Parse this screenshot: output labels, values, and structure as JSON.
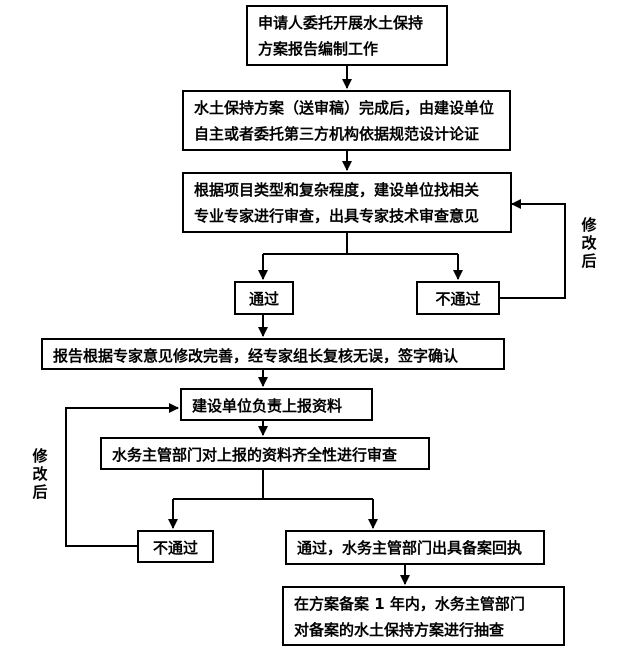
{
  "steps": {
    "s1": [
      "申请人委托开展水土保持",
      "方案报告编制工作"
    ],
    "s2": [
      "水土保持方案（送审稿）完成后，由建设单位",
      "自主或者委托第三方机构依据规范设计论证"
    ],
    "s3": [
      "根据项目类型和复杂程度，建设单位找相关",
      "专业专家进行审查，出具专家技术审查意见"
    ],
    "pass1": "通过",
    "fail1": "不通过",
    "s4": "报告根据专家意见修改完善，经专家组长复核无误，签字确认",
    "s5": "建设单位负责上报资料",
    "s6": "水务主管部门对上报的资料齐全性进行审查",
    "fail2": "不通过",
    "pass2": "通过，水务主管部门出具备案回执",
    "s7": [
      "在方案备案 1 年内，水务主管部门",
      "对备案的水土保持方案进行抽查"
    ]
  },
  "revise_label_right": [
    "修",
    "改",
    "后"
  ],
  "revise_label_left": [
    "修",
    "改",
    "后"
  ]
}
